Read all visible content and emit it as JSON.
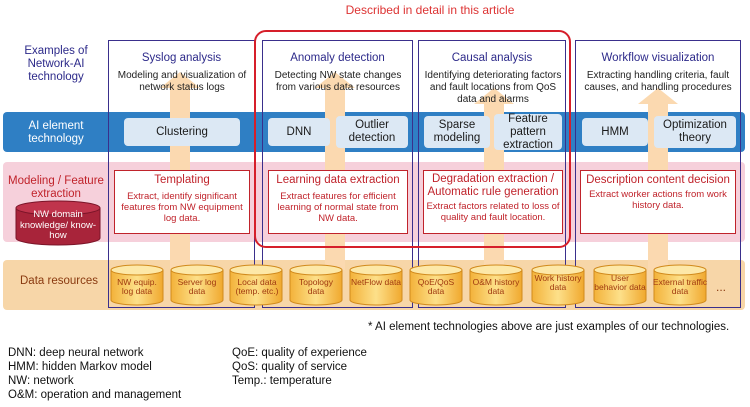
{
  "top_note": "Described in detail in this article",
  "row_labels": {
    "examples": "Examples of Network-AI technology",
    "ai_element": "AI element technology",
    "modeling": "Modeling / Feature extraction",
    "data": "Data resources"
  },
  "db": {
    "label": "NW domain knowledge/ know-how"
  },
  "columns": [
    {
      "title": "Syslog analysis",
      "desc": "Modeling and visualization of network status logs",
      "ai": [
        "Clustering"
      ],
      "model_title": "Templating",
      "model_desc": "Extract, identify significant features from NW equipment log data."
    },
    {
      "title": "Anomaly detection",
      "desc": "Detecting NW state changes from various data resources",
      "ai": [
        "DNN",
        "Outlier detection"
      ],
      "model_title": "Learning data extraction",
      "model_desc": "Extract features for efficient learning of normal state from NW data."
    },
    {
      "title": "Causal analysis",
      "desc": "Identifying deteriorating factors and fault locations from QoS data and alarms",
      "ai": [
        "Sparse modeling",
        "Feature pattern extraction"
      ],
      "model_title": "Degradation extraction / Automatic rule generation",
      "model_desc": "Extract factors related to loss of quality and fault location."
    },
    {
      "title": "Workflow visualization",
      "desc": "Extracting handling criteria, fault causes, and handling procedures",
      "ai": [
        "HMM",
        "Optimization theory"
      ],
      "model_title": "Description content decision",
      "model_desc": "Extract worker actions from work history data."
    }
  ],
  "data_resources": [
    "NW equip. log data",
    "Server log data",
    "Local data (temp. etc.)",
    "Topology data",
    "NetFlow data",
    "QoE/QoS data",
    "O&M history data",
    "Work history data",
    "User behavior data",
    "External traffic data"
  ],
  "data_more": "...",
  "footnote": "* AI element technologies above are just examples of our technologies.",
  "glossary_left": [
    "DNN: deep neural network",
    "HMM: hidden Markov model",
    "NW: network",
    "O&M: operation and management"
  ],
  "glossary_right": [
    "QoE: quality of experience",
    "QoS: quality of service",
    "Temp.: temperature"
  ],
  "colors": {
    "ai_band": "#2f7fc4",
    "model_band": "#f6d0db",
    "data_band": "#f7d6a8",
    "highlight": "#d61f2a",
    "frame": "#3a2f8c",
    "arrow": "#fbd9b0"
  }
}
